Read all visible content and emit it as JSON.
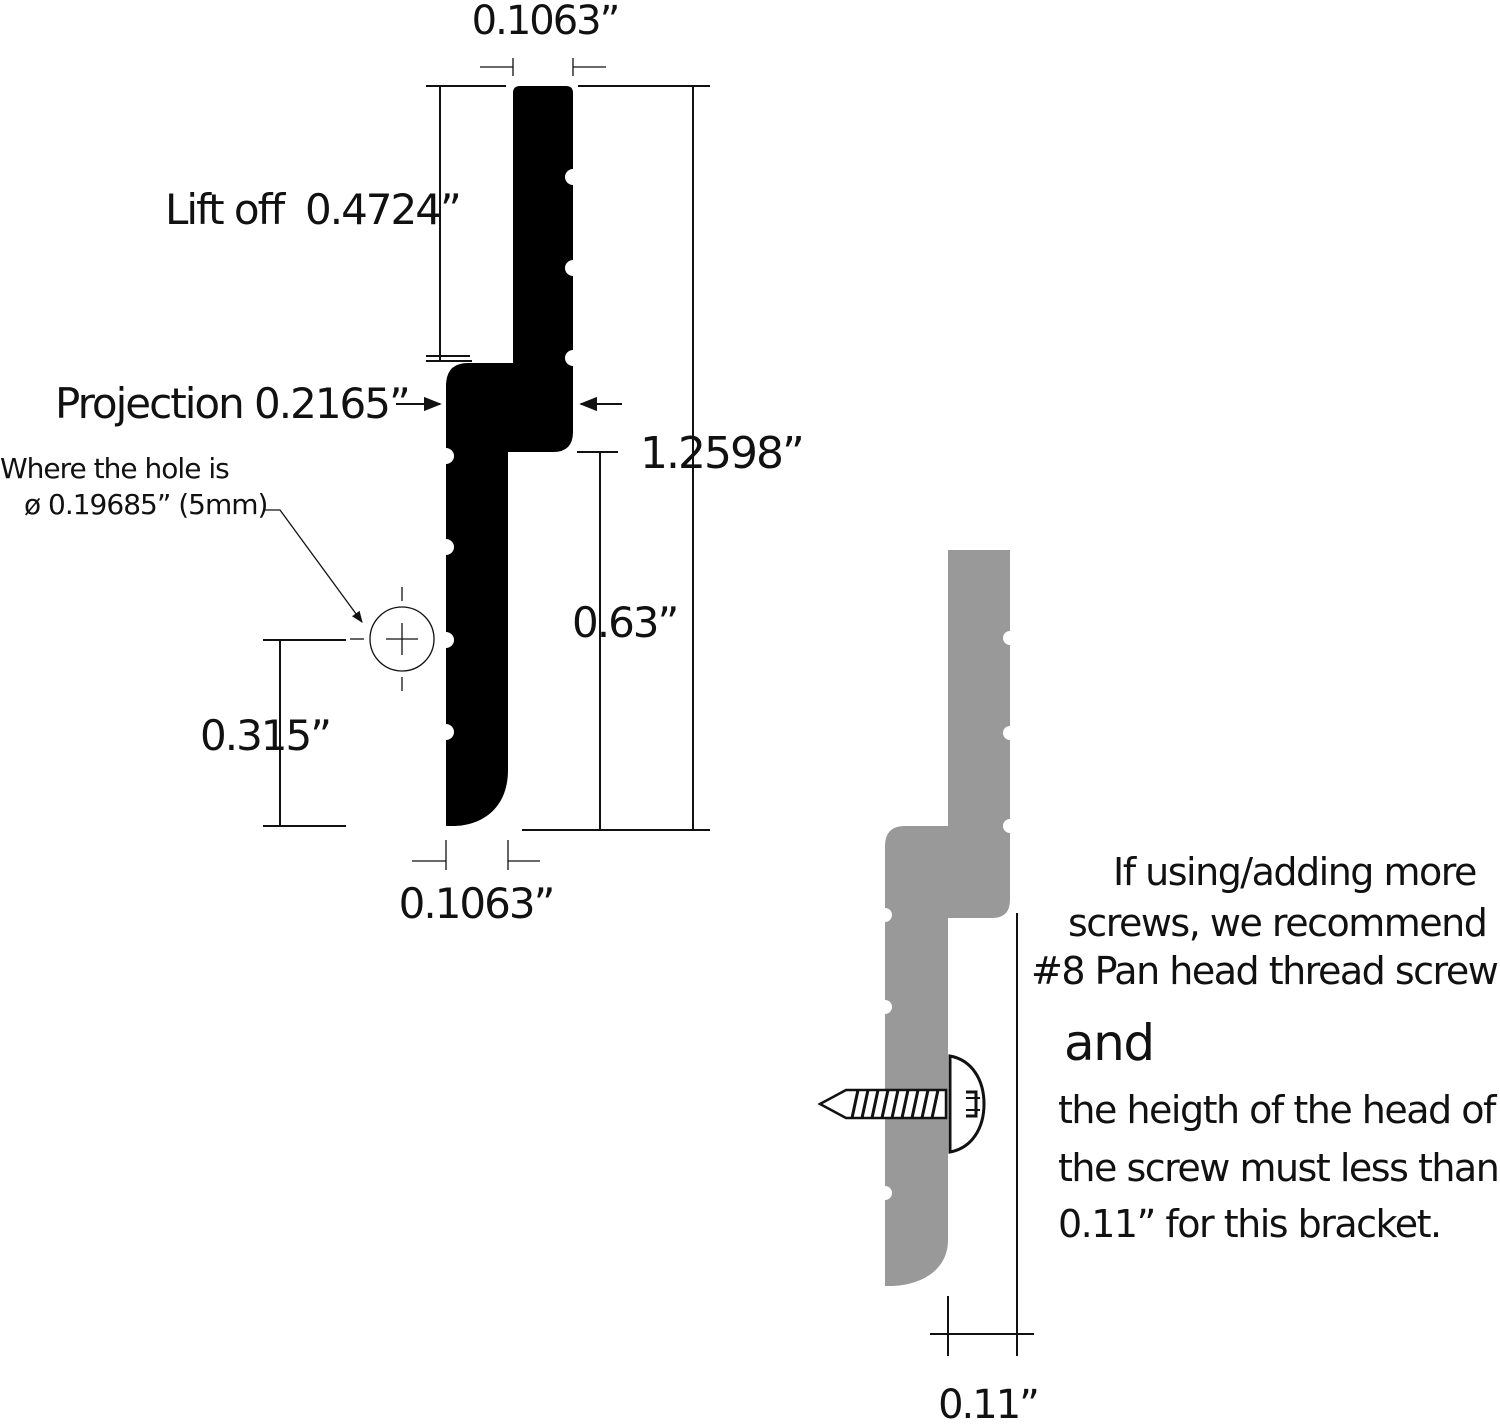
{
  "colors": {
    "bracket_profile": "#000000",
    "bracket_side_view": "#999999",
    "line": "#111111",
    "background": "#ffffff"
  },
  "top_width_label": "0.1063”",
  "lift_off_label": "Lift off",
  "lift_off_value": "0.4724”",
  "projection_label": "Projection 0.2165”",
  "total_height_label": "1.2598”",
  "hole_note_line1": "Where the hole is",
  "hole_note_line2": "ø 0.19685” (5mm)",
  "lower_height_label": "0.63”",
  "hole_height_label": "0.315”",
  "bottom_width_label": "0.1063”",
  "screw_note": [
    "If using/adding more",
    "screws, we recommend",
    "#8 Pan head thread screw,",
    "and",
    "the heigth of the  head of",
    "the screw must less than",
    "0.11” for this bracket."
  ],
  "screw_head_gap_label": "0.11”",
  "icons": [
    "hole-crosshair-icon",
    "pan-head-screw-icon"
  ]
}
